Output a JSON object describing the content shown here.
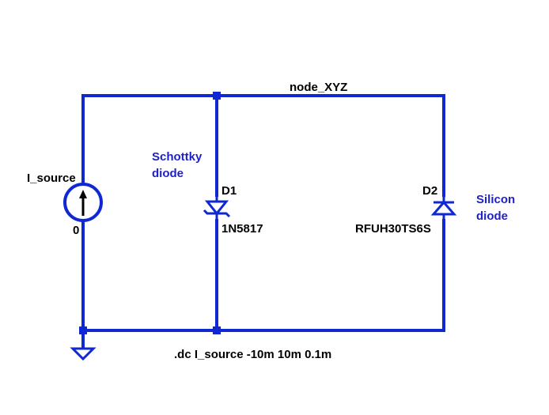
{
  "colors": {
    "wire": "#0f28d2",
    "component": "#000000",
    "comment": "#1f1fc8",
    "background": "#ffffff"
  },
  "labels": {
    "net_name": "node_XYZ",
    "source_name": "I_source",
    "source_value": "0",
    "d1_name": "D1",
    "d1_model": "1N5817",
    "d2_name": "D2",
    "d2_model": "RFUH30TS6S",
    "comment_d1": [
      "Schottky",
      "diode"
    ],
    "comment_d2": [
      "Silicon",
      "diode"
    ],
    "spice_directive": ".dc I_source -10m 10m 0.1m"
  },
  "icons": [
    "current-source-icon",
    "schottky-diode-icon",
    "diode-icon",
    "ground-icon"
  ]
}
